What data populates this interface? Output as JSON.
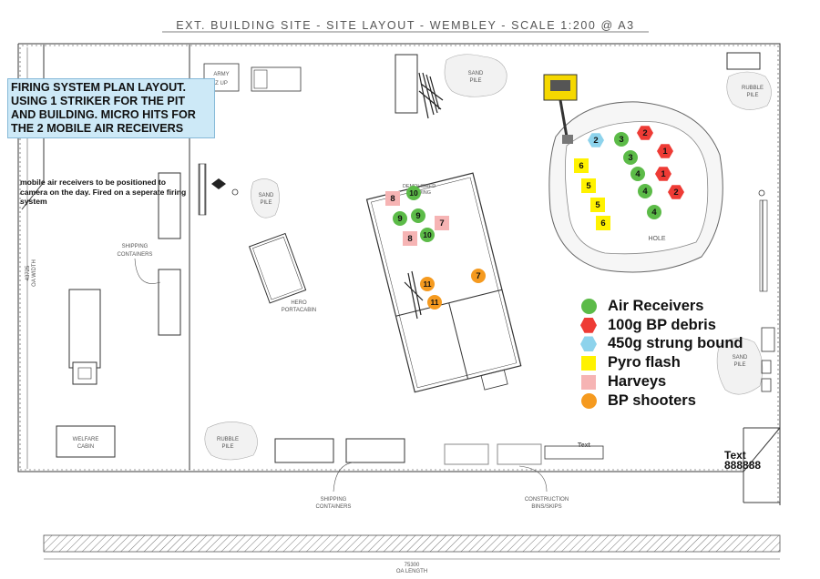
{
  "title": "EXT. BUILDING SITE - SITE LAYOUT  - WEMBLEY - SCALE 1:200 @ A3",
  "callout": {
    "lines": [
      "FIRING SYSTEM PLAN LAYOUT.",
      "USING 1 STRIKER FOR THE PIT",
      "AND BUILDING. MICRO HITS FOR",
      "THE 2 MOBILE AIR RECEIVERS"
    ]
  },
  "note": "mobile air receivers to be positioned to camera on the day. Fired on a seperate firing system",
  "site_labels": {
    "army_line1": "ARMY",
    "army_line2": "Z UP",
    "sand_pile_top_1": "SAND",
    "sand_pile_top_2": "PILE",
    "rubble_pile_right_1": "RUBBLE",
    "rubble_pile_right_2": "PILE",
    "sand_pile_left_1": "SAND",
    "sand_pile_left_2": "PILE",
    "shipping_containers_left_1": "SHIPPING",
    "shipping_containers_left_2": "CONTAINERS",
    "hero_portacabin_1": "HERO",
    "hero_portacabin_2": "PORTACABIN",
    "demolished_1": "DEMOLISHED",
    "demolished_2": "BUILDING",
    "hole": "HOLE",
    "sand_pile_right_1": "SAND",
    "sand_pile_right_2": "PILE",
    "welfare_cabin_1": "WELFARE",
    "welfare_cabin_2": "CABIN",
    "rubble_pile_bottom_1": "RUBBLE",
    "rubble_pile_bottom_2": "PILE",
    "shipping_containers_bottom_1": "SHIPPING",
    "shipping_containers_bottom_2": "CONTAINERS",
    "construction_bins_1": "CONSTRUCTION",
    "construction_bins_2": "BINS/SKIPS",
    "text_small": "Text",
    "width_dim_1": "43725",
    "width_dim_2": "OA WIDTH",
    "length_dim_1": "75300",
    "length_dim_2": "OA LENGTH"
  },
  "text_label": {
    "line1": "Text",
    "line2": "888888"
  },
  "legend": [
    {
      "shape": "circle",
      "color": "#5cbb48",
      "label": "Air Receivers"
    },
    {
      "shape": "hex",
      "color": "#ee3b35",
      "label": "100g BP debris"
    },
    {
      "shape": "hex",
      "color": "#8dd3ec",
      "label": "450g strung bound"
    },
    {
      "shape": "square",
      "color": "#fff200",
      "label": "Pyro flash"
    },
    {
      "shape": "square",
      "color": "#f6b4b4",
      "label": "Harveys"
    },
    {
      "shape": "circle",
      "color": "#f59a1f",
      "label": "BP shooters"
    }
  ],
  "markers": {
    "pit": [
      {
        "type": "strung",
        "num": "2"
      },
      {
        "type": "air",
        "num": "3"
      },
      {
        "type": "debris",
        "num": "2"
      },
      {
        "type": "air",
        "num": "3"
      },
      {
        "type": "debris",
        "num": "1"
      },
      {
        "type": "pyro",
        "num": "6"
      },
      {
        "type": "air",
        "num": "4"
      },
      {
        "type": "debris",
        "num": "1"
      },
      {
        "type": "pyro",
        "num": "5"
      },
      {
        "type": "air",
        "num": "4"
      },
      {
        "type": "debris",
        "num": "2"
      },
      {
        "type": "pyro",
        "num": "5"
      },
      {
        "type": "air",
        "num": "4"
      },
      {
        "type": "pyro",
        "num": "6"
      }
    ],
    "building": [
      {
        "type": "harvey",
        "num": "8"
      },
      {
        "type": "air",
        "num": "10"
      },
      {
        "type": "air",
        "num": "9"
      },
      {
        "type": "air",
        "num": "9"
      },
      {
        "type": "harvey",
        "num": "7"
      },
      {
        "type": "harvey",
        "num": "8"
      },
      {
        "type": "air",
        "num": "10"
      },
      {
        "type": "shooter",
        "num": "11"
      },
      {
        "type": "shooter",
        "num": "11"
      },
      {
        "type": "shooter",
        "num": "7"
      }
    ]
  },
  "colors": {
    "air": "#5cbb48",
    "debris": "#ee3b35",
    "strung": "#8dd3ec",
    "pyro": "#fff200",
    "harvey": "#f6b4b4",
    "shooter": "#f59a1f",
    "line": "#3a3a3a"
  }
}
